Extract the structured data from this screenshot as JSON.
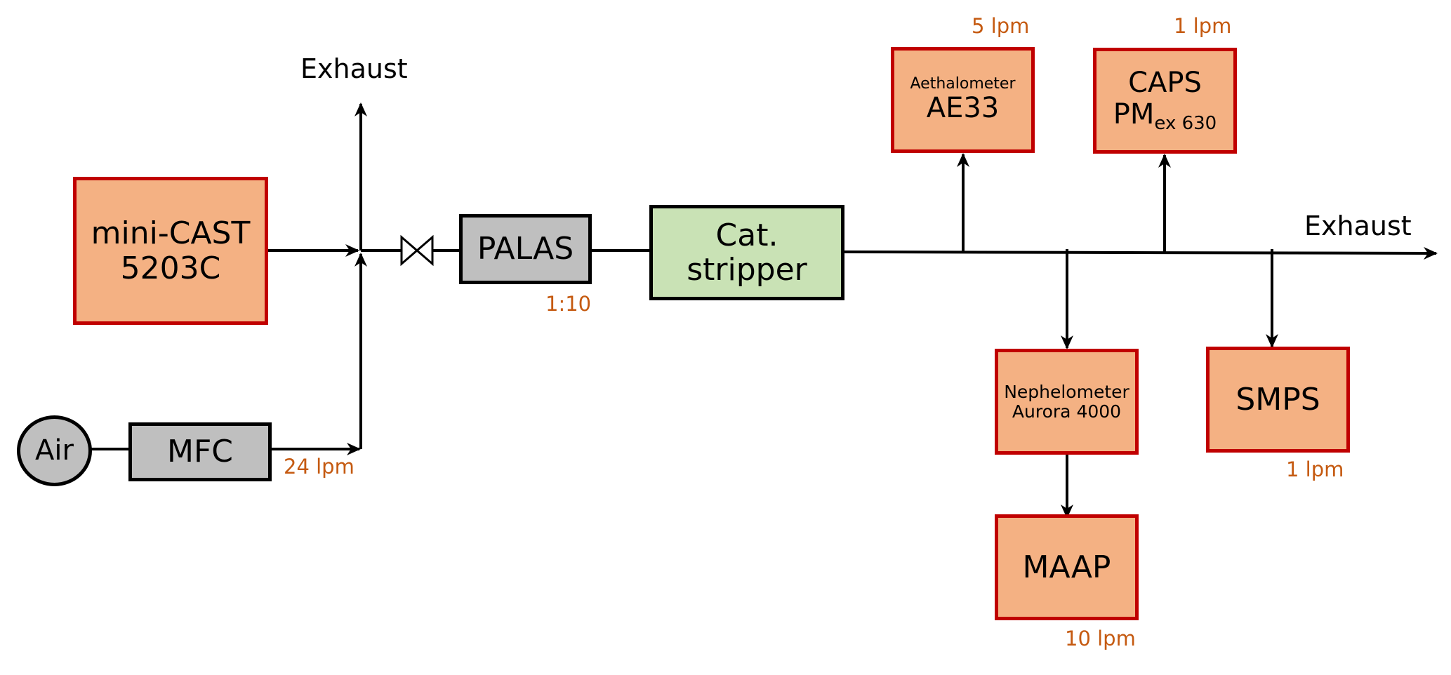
{
  "diagram": {
    "title": "Experimental setup flow diagram",
    "colors": {
      "instrument_fill": "#F4B183",
      "instrument_border": "#C00000",
      "device_fill": "#BFBFBF",
      "stripper_fill": "#C9E2B5",
      "flow_label": "#C55A11",
      "line": "#000000"
    },
    "nodes": {
      "minicast": {
        "line1": "mini-CAST",
        "line2": "5203C"
      },
      "air": {
        "label": "Air"
      },
      "mfc": {
        "label": "MFC"
      },
      "palas": {
        "label": "PALAS"
      },
      "stripper": {
        "line1": "Cat.",
        "line2": "stripper"
      },
      "aethalometer": {
        "line1": "Aethalometer",
        "line2": "AE33"
      },
      "caps": {
        "line1": "CAPS",
        "line2_main": "PM",
        "line2_sub": "ex 630"
      },
      "nephelometer": {
        "line1": "Nephelometer",
        "line2": "Aurora 4000"
      },
      "maap": {
        "label": "MAAP"
      },
      "smps": {
        "label": "SMPS"
      }
    },
    "labels": {
      "exhaust_left": "Exhaust",
      "exhaust_right": "Exhaust",
      "mfc_flow": "24 lpm",
      "palas_dilution": "1:10",
      "aethalometer_flow": "5 lpm",
      "caps_flow": "1 lpm",
      "smps_flow": "1 lpm",
      "maap_flow": "10 lpm"
    },
    "valve": {
      "icon": "valve-icon"
    }
  }
}
